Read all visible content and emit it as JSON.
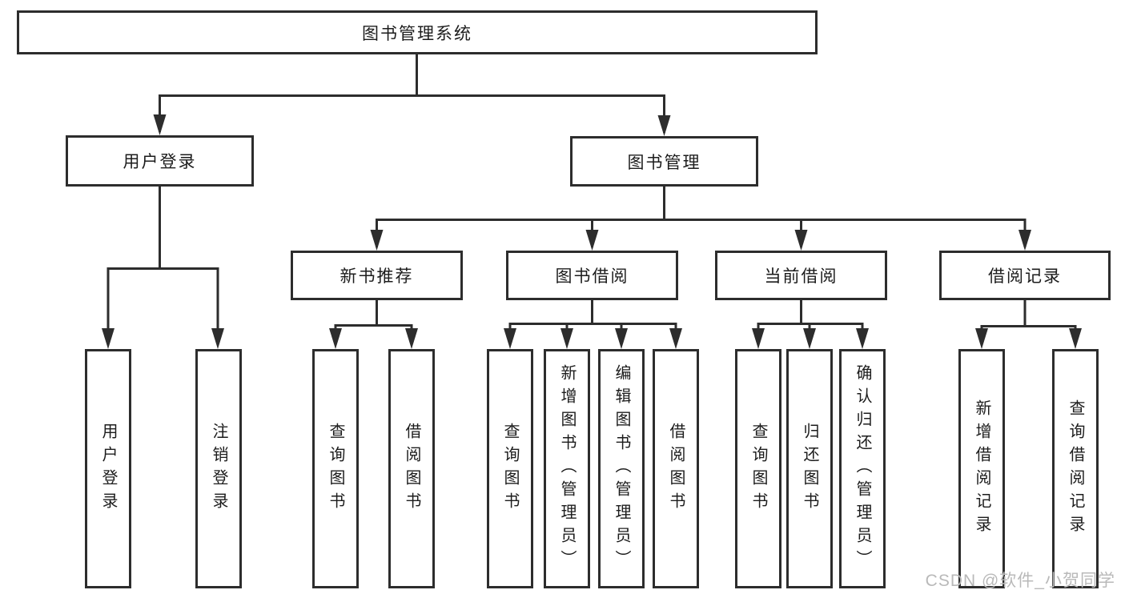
{
  "title": "图书管理系统",
  "nodes": {
    "root": {
      "label": "图书管理系统"
    },
    "user_login": {
      "label": "用户登录",
      "children": [
        "用户登录",
        "注销登录"
      ]
    },
    "book_management": {
      "label": "图书管理"
    },
    "new_book_recommend": {
      "label": "新书推荐",
      "children": [
        "查询图书",
        "借阅图书"
      ]
    },
    "book_borrow": {
      "label": "图书借阅",
      "children": [
        "查询图书",
        "新增图书（管理员）",
        "编辑图书（管理员）",
        "借阅图书"
      ]
    },
    "current_borrow": {
      "label": "当前借阅",
      "children": [
        "查询图书",
        "归还图书",
        "确认归还（管理员）"
      ]
    },
    "borrow_records": {
      "label": "借阅记录",
      "children": [
        "新增借阅记录",
        "查询借阅记录"
      ]
    }
  },
  "watermark": "CSDN @软件_小贺同学",
  "colors": {
    "line": "#2d2d2d",
    "text": "#1c1c1c",
    "watermark": "#b9b9b9",
    "background": "#ffffff"
  }
}
